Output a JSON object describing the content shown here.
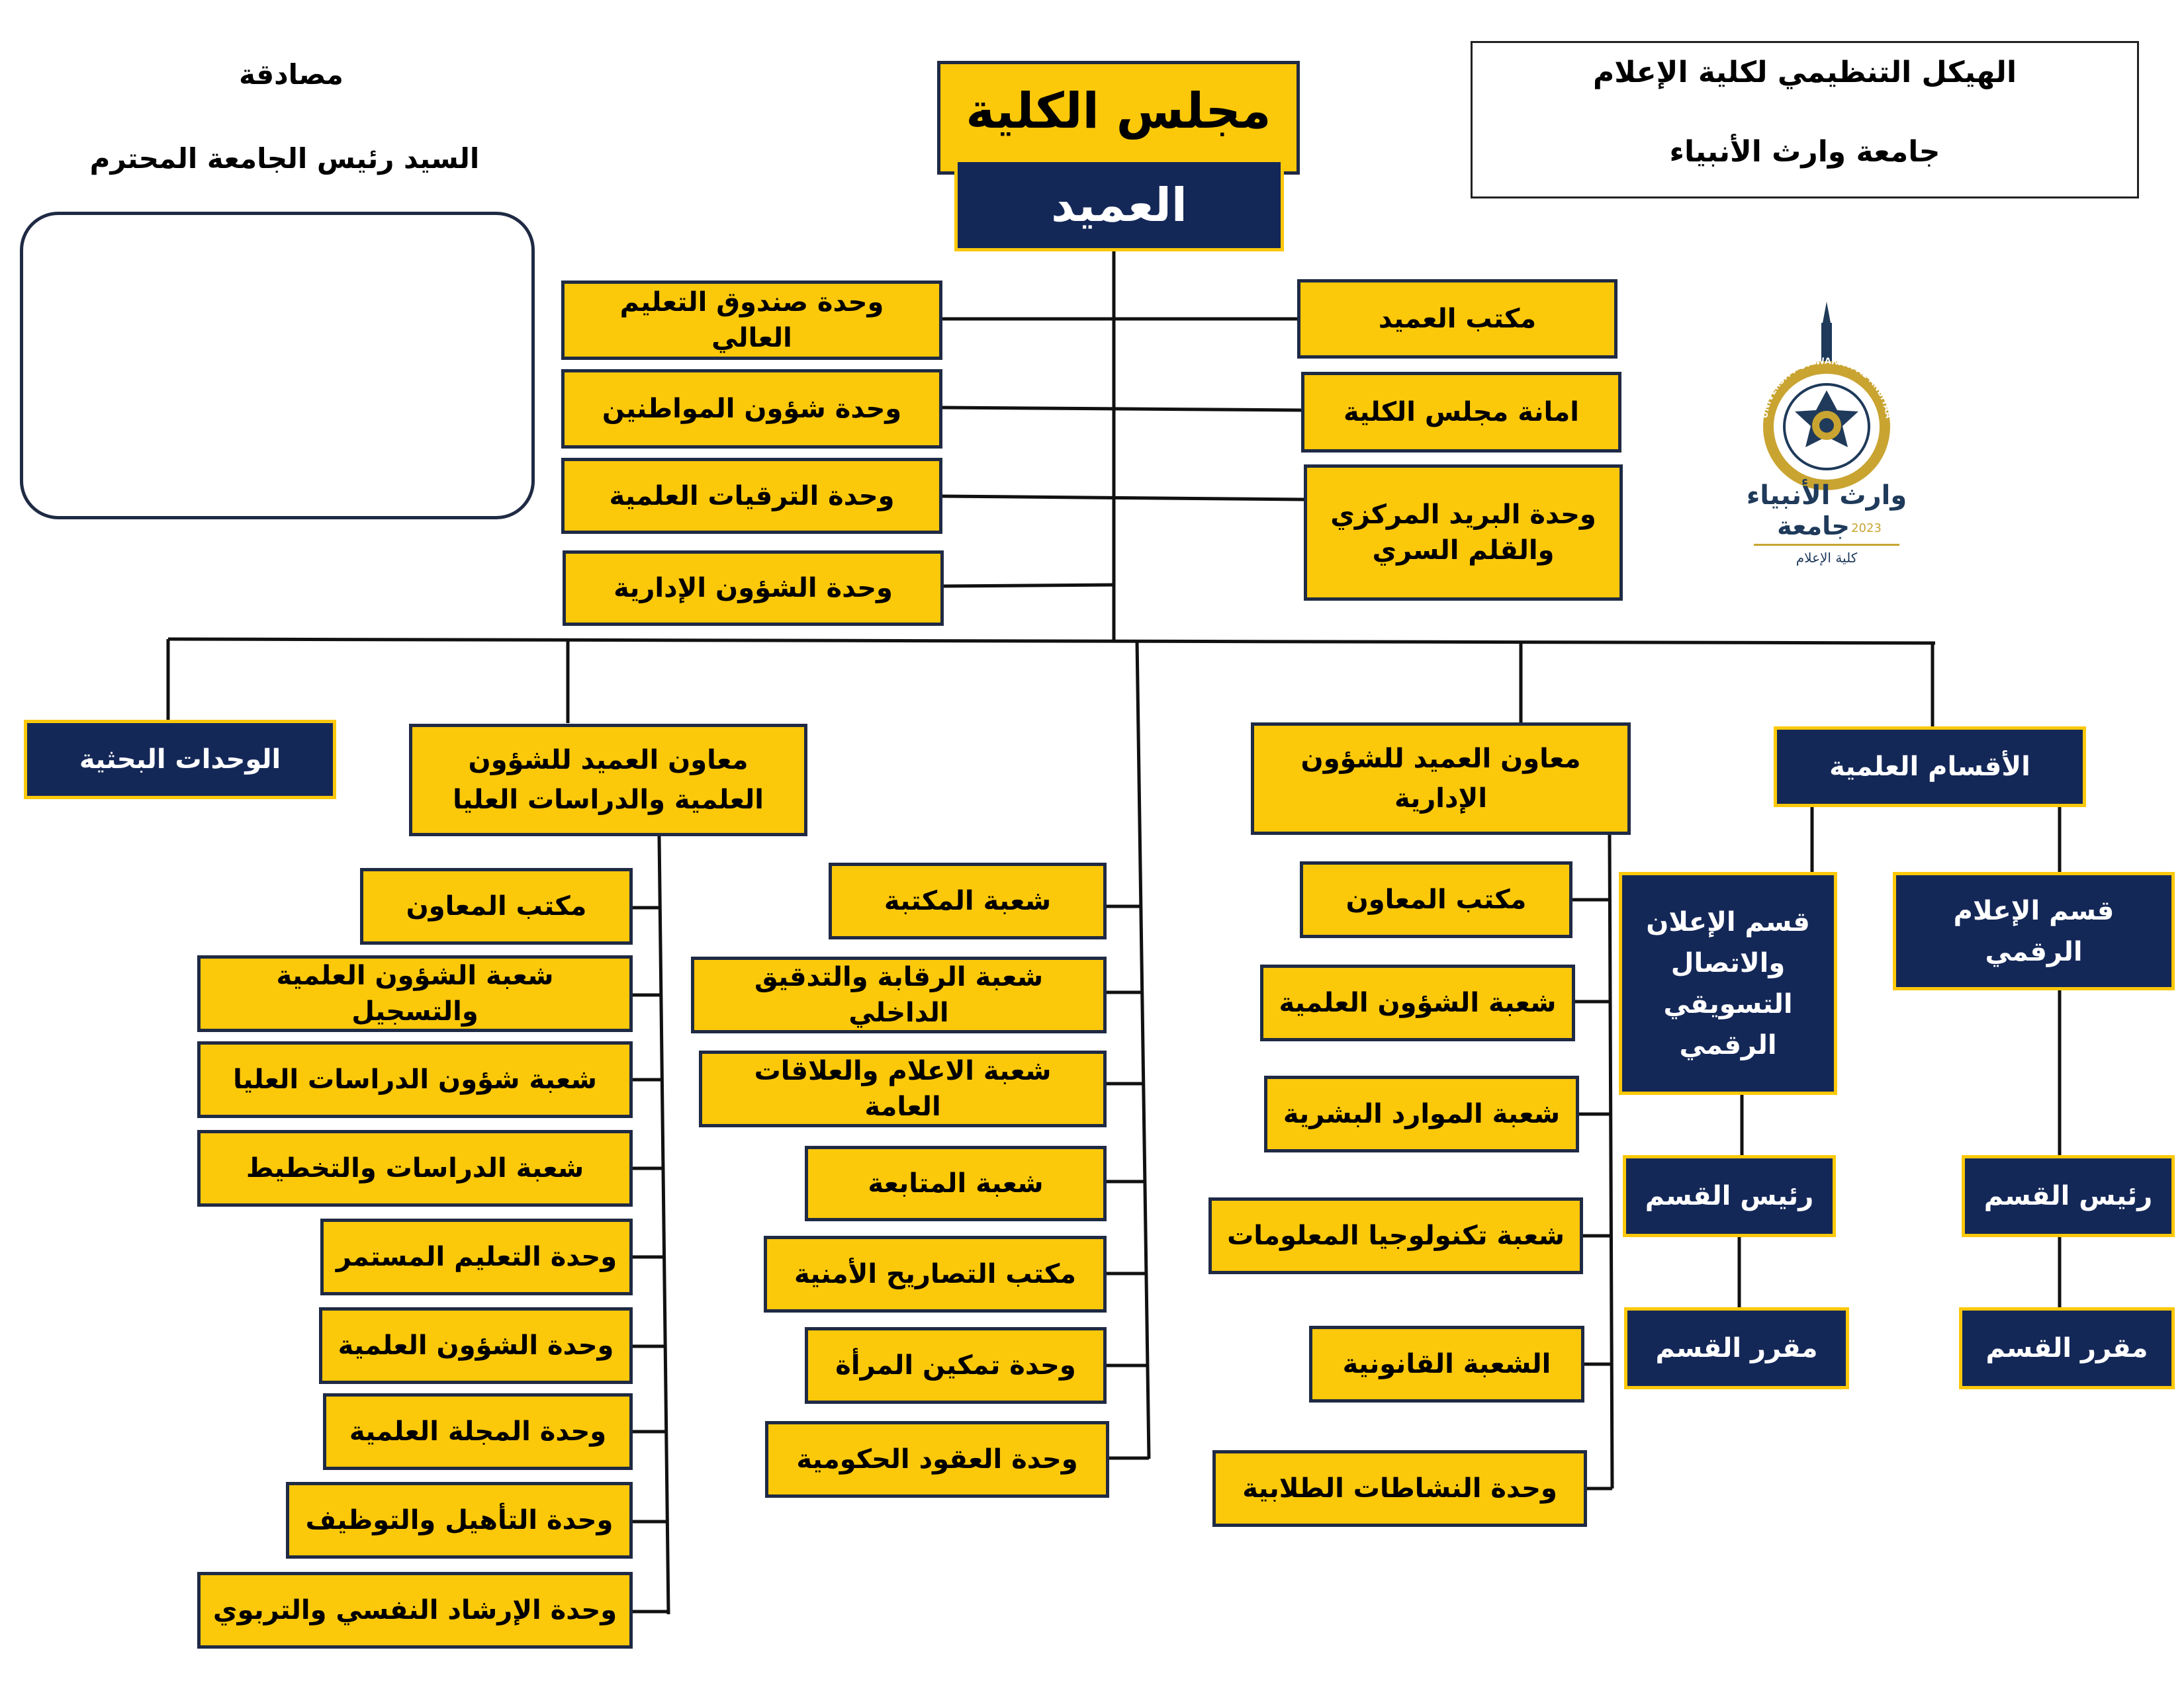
{
  "header": {
    "approval": "مصادقة",
    "president": "السيد رئيس الجامعة المحترم",
    "title_line1": "الهيكل التنظيمي لكلية الإعلام",
    "title_line2": "جامعة وارث الأنبياء"
  },
  "logo": {
    "circle_text": "UNIVERSITY OF WARITH AL-ANBIYAA",
    "name": "وارث الأنبياء",
    "name2": "جامعة",
    "year": "2023",
    "college": "كلية الإعلام"
  },
  "top": {
    "council": "مجلس الكلية",
    "dean": "العميد"
  },
  "dean_units_left": [
    "وحدة صندوق التعليم العالي",
    "وحدة شؤون المواطنين",
    "وحدة الترقيات العلمية",
    "وحدة الشؤون الإدارية"
  ],
  "dean_units_right": {
    "office": "مكتب العميد",
    "secretariat": "امانة مجلس الكلية",
    "mail_line1": "وحدة البريد المركزي",
    "mail_line2": "والقلم السري"
  },
  "branches": {
    "research": "الوحدات البحثية",
    "sci_assistant_line1": "معاون العميد للشؤون",
    "sci_assistant_line2": "العلمية والدراسات العليا",
    "admin_assistant_line1": "معاون العميد للشؤون",
    "admin_assistant_line2": "الإدارية",
    "departments": "الأقسام العلمية"
  },
  "sci_units": [
    "مكتب المعاون",
    "شعبة الشؤون العلمية والتسجيل",
    "شعبة شؤون الدراسات العليا",
    "شعبة الدراسات والتخطيط",
    "وحدة التعليم المستمر",
    "وحدة الشؤون العلمية",
    "وحدة المجلة العلمية",
    "وحدة التأهيل والتوظيف",
    "وحدة الإرشاد النفسي والتربوي"
  ],
  "center_units": [
    "شعبة المكتبة",
    "شعبة الرقابة والتدقيق الداخلي",
    "شعبة الاعلام والعلاقات العامة",
    "شعبة المتابعة",
    "مكتب التصاريح الأمنية",
    "وحدة تمكين المرأة",
    "وحدة العقود الحكومية"
  ],
  "admin_units": [
    "مكتب المعاون",
    "شعبة الشؤون العلمية",
    "شعبة الموارد البشرية",
    "شعبة تكنولوجيا المعلومات",
    "الشعبة القانونية",
    "وحدة النشاطات الطلابية"
  ],
  "dept_ad": {
    "lines": [
      "قسم الإعلان",
      "والاتصال",
      "التسويقي",
      "الرقمي"
    ],
    "head": "رئيس القسم",
    "rapporteur": "مقرر القسم"
  },
  "dept_digital": {
    "lines": [
      "قسم الإعلام",
      "الرقمي"
    ],
    "head": "رئيس القسم",
    "rapporteur": "مقرر القسم"
  },
  "colors": {
    "yellow": "#fcc80a",
    "navy": "#142858",
    "line": "#111111"
  }
}
